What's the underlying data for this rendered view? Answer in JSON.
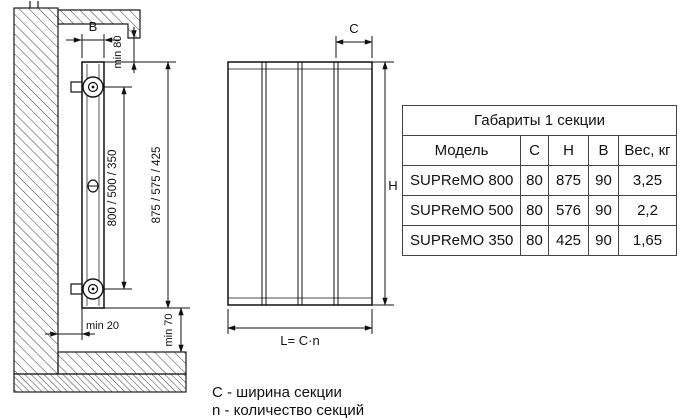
{
  "side_view": {
    "labels": {
      "depth": "B",
      "min_top": "min 80",
      "axis_heights": "800 / 500 / 350",
      "overall_heights": "875 / 575 / 425",
      "min_wall": "min 20",
      "min_floor": "min 70"
    }
  },
  "front_view": {
    "labels": {
      "section_width": "C",
      "height": "H",
      "length_formula": "L= C·n"
    }
  },
  "table": {
    "title": "Габариты 1 секции",
    "headers": [
      "Модель",
      "С",
      "Н",
      "В",
      "Вес, кг"
    ],
    "rows": [
      [
        "SUPReMO 800",
        "80",
        "875",
        "90",
        "3,25"
      ],
      [
        "SUPReMO 500",
        "80",
        "576",
        "90",
        "2,2"
      ],
      [
        "SUPReMO 350",
        "80",
        "425",
        "90",
        "1,65"
      ]
    ]
  },
  "legend": {
    "lines": [
      "C - ширина секции",
      "n - количество секций"
    ]
  },
  "colors": {
    "line": "#1a1a1a",
    "background": "#ffffff"
  }
}
